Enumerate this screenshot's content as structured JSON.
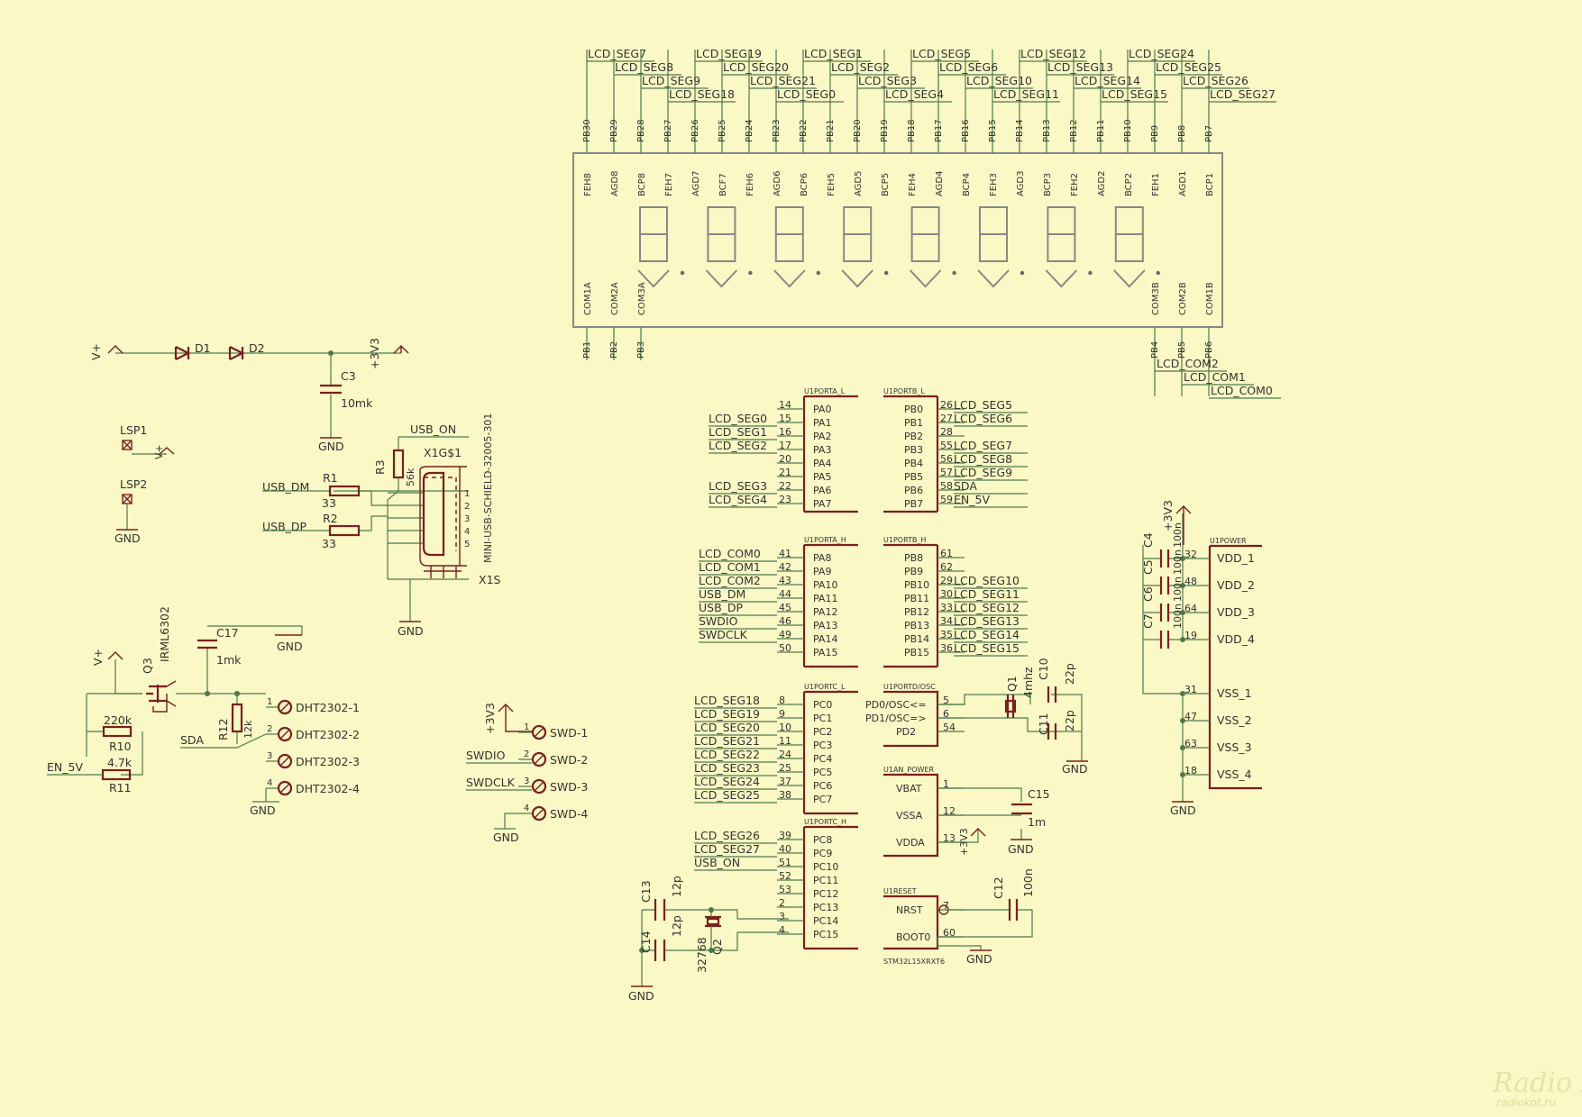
{
  "lcd": {
    "top_pins": [
      "PB30",
      "PB29",
      "PB28",
      "PB27",
      "PB26",
      "PB25",
      "PB24",
      "PB23",
      "PB22",
      "PB21",
      "PB20",
      "PB19",
      "PB18",
      "PB17",
      "PB16",
      "PB15",
      "PB14",
      "PB13",
      "PB12",
      "PB11",
      "PB10",
      "PB9",
      "PB8",
      "PB7"
    ],
    "top_inner": [
      "FEH8",
      "AGD8",
      "BCP8",
      "FEH7",
      "AGD7",
      "BCF7",
      "FEH6",
      "AGD6",
      "BCP6",
      "FEH5",
      "AGD5",
      "BCP5",
      "FEH4",
      "AGD4",
      "BCP4",
      "FEH3",
      "AGD3",
      "BCP3",
      "FEH2",
      "AGD2",
      "BCP2",
      "FEH1",
      "AGD1",
      "BCP1"
    ],
    "net_labels": [
      [
        "LCD_SEG7",
        "LCD_SEG8",
        "LCD_SEG9",
        "LCD_SEG18"
      ],
      [
        "LCD_SEG19",
        "LCD_SEG20",
        "LCD_SEG21",
        "LCD_SEG0"
      ],
      [
        "LCD_SEG1",
        "LCD_SEG2",
        "LCD_SEG3",
        "LCD_SEG4"
      ],
      [
        "LCD_SEG5",
        "LCD_SEG6",
        "LCD_SEG10",
        "LCD_SEG11"
      ],
      [
        "LCD_SEG12",
        "LCD_SEG13",
        "LCD_SEG14",
        "LCD_SEG15"
      ],
      [
        "LCD_SEG24",
        "LCD_SEG25",
        "LCD_SEG26",
        "LCD_SEG27"
      ]
    ],
    "bottom_left_inner": [
      "COM1A",
      "COM2A",
      "COM3A"
    ],
    "bottom_left_pins": [
      "PB1",
      "PB2",
      "PB3"
    ],
    "bottom_right_inner": [
      "COM3B",
      "COM2B",
      "COM1B"
    ],
    "bottom_right_pins": [
      "PB4",
      "PB5",
      "PB6"
    ],
    "com_labels": [
      "LCD_COM2",
      "LCD_COM1",
      "LCD_COM0"
    ]
  },
  "power": {
    "vplus": "V+",
    "d1": "D1",
    "d2": "D2",
    "c3": "C3",
    "c3_val": "10mk",
    "gnd": "GND",
    "v33": "+3V3",
    "lsp1": "LSP1",
    "lsp2": "LSP2"
  },
  "usb": {
    "usb_on": "USB_ON",
    "r3": "R3",
    "r3_val": "56k",
    "x1_6": "X1G$1",
    "usb_dm": "USB_DM",
    "usb_dp": "USB_DP",
    "r1": "R1",
    "r2": "R2",
    "r1_val": "33",
    "r2_val": "33",
    "conn_name": "MINI-USB-SCHIELD-32005-301",
    "x1s": "X1S",
    "gnd": "GND",
    "pins": [
      "1",
      "2",
      "3",
      "4",
      "5"
    ]
  },
  "mosfet": {
    "vplus": "V+",
    "q3": "Q3",
    "q3_type": "IRML6302",
    "c17": "C17",
    "c17_val": "1mk",
    "gnd": "GND",
    "r10": "R10",
    "r10_val": "220k",
    "r11": "R11",
    "r11_val": "4.7k",
    "en5v": "EN_5V",
    "sda": "SDA",
    "r12": "R12",
    "r12_val": "12k"
  },
  "dht": {
    "pins": [
      "1",
      "2",
      "3",
      "4"
    ],
    "labels": [
      "DHT2302-1",
      "DHT2302-2",
      "DHT2302-3",
      "DHT2302-4"
    ],
    "gnd": "GND"
  },
  "swd": {
    "v33": "+3V3",
    "pins": [
      "1",
      "2",
      "3",
      "4"
    ],
    "labels": [
      "SWD-1",
      "SWD-2",
      "SWD-3",
      "SWD-4"
    ],
    "nets": [
      "SWDIO",
      "SWDCLK"
    ],
    "gnd": "GND"
  },
  "mcu": {
    "porta_l": {
      "title": "U1PORTA_L",
      "pins": [
        "PA0",
        "PA1",
        "PA2",
        "PA3",
        "PA4",
        "PA5",
        "PA6",
        "PA7"
      ],
      "nums": [
        "14",
        "15",
        "16",
        "17",
        "20",
        "21",
        "22",
        "23"
      ],
      "nets": [
        "",
        "LCD_SEG0",
        "LCD_SEG1",
        "LCD_SEG2",
        "",
        "",
        "LCD_SEG3",
        "LCD_SEG4"
      ]
    },
    "porta_h": {
      "title": "U1PORTA_H",
      "pins": [
        "PA8",
        "PA9",
        "PA10",
        "PA11",
        "PA12",
        "PA13",
        "PA14",
        "PA15"
      ],
      "nums": [
        "41",
        "42",
        "43",
        "44",
        "45",
        "46",
        "49",
        "50"
      ],
      "nets": [
        "LCD_COM0",
        "LCD_COM1",
        "LCD_COM2",
        "USB_DM",
        "USB_DP",
        "SWDIO",
        "SWDCLK",
        ""
      ]
    },
    "portb_l": {
      "title": "U1PORTB_L",
      "pins": [
        "PB0",
        "PB1",
        "PB2",
        "PB3",
        "PB4",
        "PB5",
        "PB6",
        "PB7"
      ],
      "nums": [
        "26",
        "27",
        "28",
        "55",
        "56",
        "57",
        "58",
        "59"
      ],
      "nets": [
        "LCD_SEG5",
        "LCD_SEG6",
        "",
        "LCD_SEG7",
        "LCD_SEG8",
        "LCD_SEG9",
        "SDA",
        "EN_5V"
      ]
    },
    "portb_h": {
      "title": "U1PORTB_H",
      "pins": [
        "PB8",
        "PB9",
        "PB10",
        "PB11",
        "PB12",
        "PB13",
        "PB14",
        "PB15"
      ],
      "nums": [
        "61",
        "62",
        "29",
        "30",
        "33",
        "34",
        "35",
        "36"
      ],
      "nets": [
        "",
        "",
        "LCD_SEG10",
        "LCD_SEG11",
        "LCD_SEG12",
        "LCD_SEG13",
        "LCD_SEG14",
        "LCD_SEG15"
      ]
    },
    "portc_l": {
      "title": "U1PORTC_L",
      "pins": [
        "PC0",
        "PC1",
        "PC2",
        "PC3",
        "PC4",
        "PC5",
        "PC6",
        "PC7"
      ],
      "nums": [
        "8",
        "9",
        "10",
        "11",
        "24",
        "25",
        "37",
        "38"
      ],
      "nets": [
        "LCD_SEG18",
        "LCD_SEG19",
        "LCD_SEG20",
        "LCD_SEG21",
        "LCD_SEG22",
        "LCD_SEG23",
        "LCD_SEG24",
        "LCD_SEG25"
      ]
    },
    "portc_h": {
      "title": "U1PORTC_H",
      "pins": [
        "PC8",
        "PC9",
        "PC10",
        "PC11",
        "PC12",
        "PC13",
        "PC14",
        "PC15"
      ],
      "nums": [
        "39",
        "40",
        "51",
        "52",
        "53",
        "2",
        "3",
        "4"
      ],
      "nets": [
        "LCD_SEG26",
        "LCD_SEG27",
        "USB_ON",
        "",
        "",
        "",
        "",
        ""
      ]
    },
    "osc": {
      "title": "U1PORTD/OSC",
      "pins": [
        "PD0/OSC<=",
        "PD1/OSC=>",
        "PD2"
      ],
      "nums": [
        "5",
        "6",
        "54"
      ]
    },
    "an_power": {
      "title": "U1AN_POWER",
      "pins": [
        "VBAT",
        "VSSA",
        "VDDA"
      ],
      "nums": [
        "1",
        "12",
        "13"
      ]
    },
    "reset": {
      "title": "U1RESET",
      "pins": [
        "NRST",
        "BOOT0"
      ],
      "nums": [
        "7",
        "60"
      ],
      "part": "STM32L15XRXT6"
    },
    "power": {
      "title": "U1POWER",
      "pins": [
        "VDD_1",
        "VDD_2",
        "VDD_3",
        "VDD_4",
        "VSS_1",
        "VSS_2",
        "VSS_3",
        "VSS_4"
      ],
      "nums": [
        "32",
        "48",
        "64",
        "19",
        "31",
        "47",
        "63",
        "18"
      ]
    }
  },
  "osc_parts": {
    "q1": "Q1",
    "q1_val": "4mhz",
    "c10": "C10",
    "c10_val": "22p",
    "c11": "C11",
    "c11_val": "22p",
    "gnd": "GND",
    "c15": "C15",
    "c15_val": "1m",
    "v33": "+3V3",
    "c12": "C12",
    "c12_val": "100n"
  },
  "rtc_parts": {
    "c13": "C13",
    "c13_val": "12p",
    "c14": "C14",
    "c14_val": "12p",
    "q2": "Q2",
    "q2_val": "32768",
    "gnd": "GND"
  },
  "decoupling": {
    "caps": [
      "C4",
      "C5",
      "C6",
      "C7"
    ],
    "vals": [
      "100n",
      "100n",
      "100n",
      "100n"
    ],
    "v33": "+3V3",
    "gnd": "GND"
  },
  "watermark": {
    "line1": "Radio KOT",
    "line2": "radiokot.ru"
  }
}
